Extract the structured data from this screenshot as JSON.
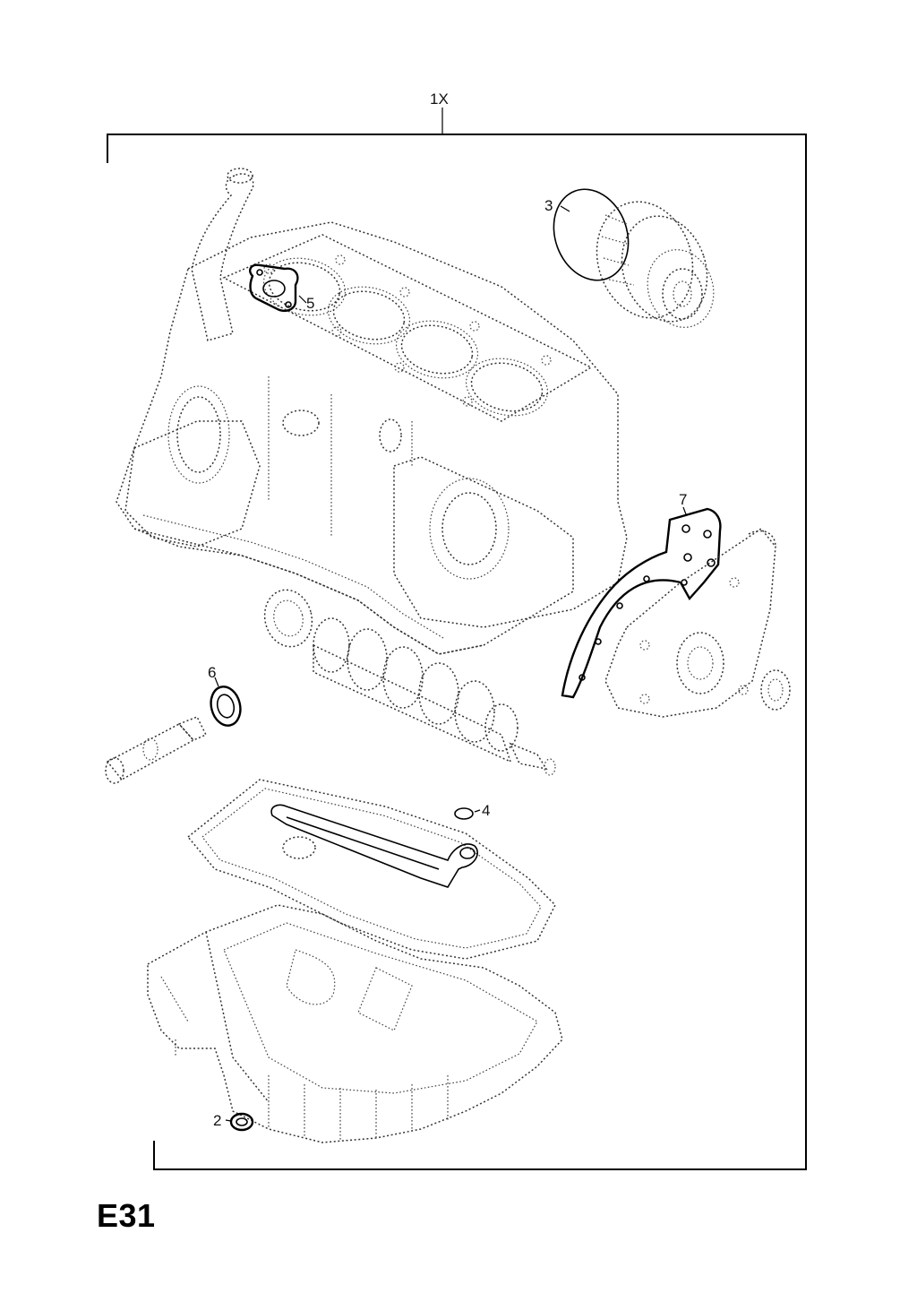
{
  "diagram": {
    "kit_label": "1X",
    "page_code": "E31",
    "callouts": {
      "c2": "2",
      "c3": "3",
      "c4": "4",
      "c5": "5",
      "c6": "6",
      "c7": "7"
    }
  }
}
